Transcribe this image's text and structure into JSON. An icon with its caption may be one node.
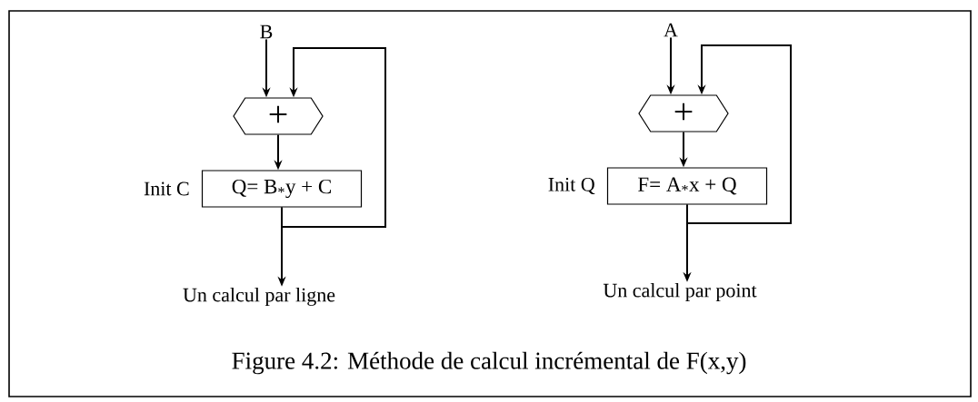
{
  "diagram": {
    "caption": "Figure 4.2: Méthode de calcul incrémental de F(x,y)",
    "nodes": [
      {
        "text": [
          "B"
        ]
      },
      {
        "text": [
          "+"
        ]
      },
      {
        "text": [
          "Q= B$_{*}$y + C"
        ],
        "beside": [
          "Init C"
        ]
      },
      {
        "text": [
          "Un calcul par ligne"
        ]
      },
      {
        "text": [
          "A"
        ]
      },
      {
        "text": [
          "+"
        ]
      },
      {
        "text": [
          "F= A$_{*}$x + Q"
        ],
        "beside": [
          "Init Q"
        ]
      },
      {
        "text": [
          "Un calcul par point"
        ]
      }
    ],
    "edges": [
      {
        "from": 0,
        "to": 1,
        "arrow": "to"
      },
      {
        "from": 1,
        "to": 2,
        "arrow": "to"
      },
      {
        "from": 2,
        "to": 3,
        "arrow": "to"
      },
      {
        "from": 2,
        "to": 1,
        "arrow": "to"
      },
      {
        "from": 4,
        "to": 5,
        "arrow": "to"
      },
      {
        "from": 5,
        "to": 6,
        "arrow": "to"
      },
      {
        "from": 6,
        "to": 7,
        "arrow": "to"
      },
      {
        "from": 6,
        "to": 5,
        "arrow": "to"
      }
    ]
  }
}
